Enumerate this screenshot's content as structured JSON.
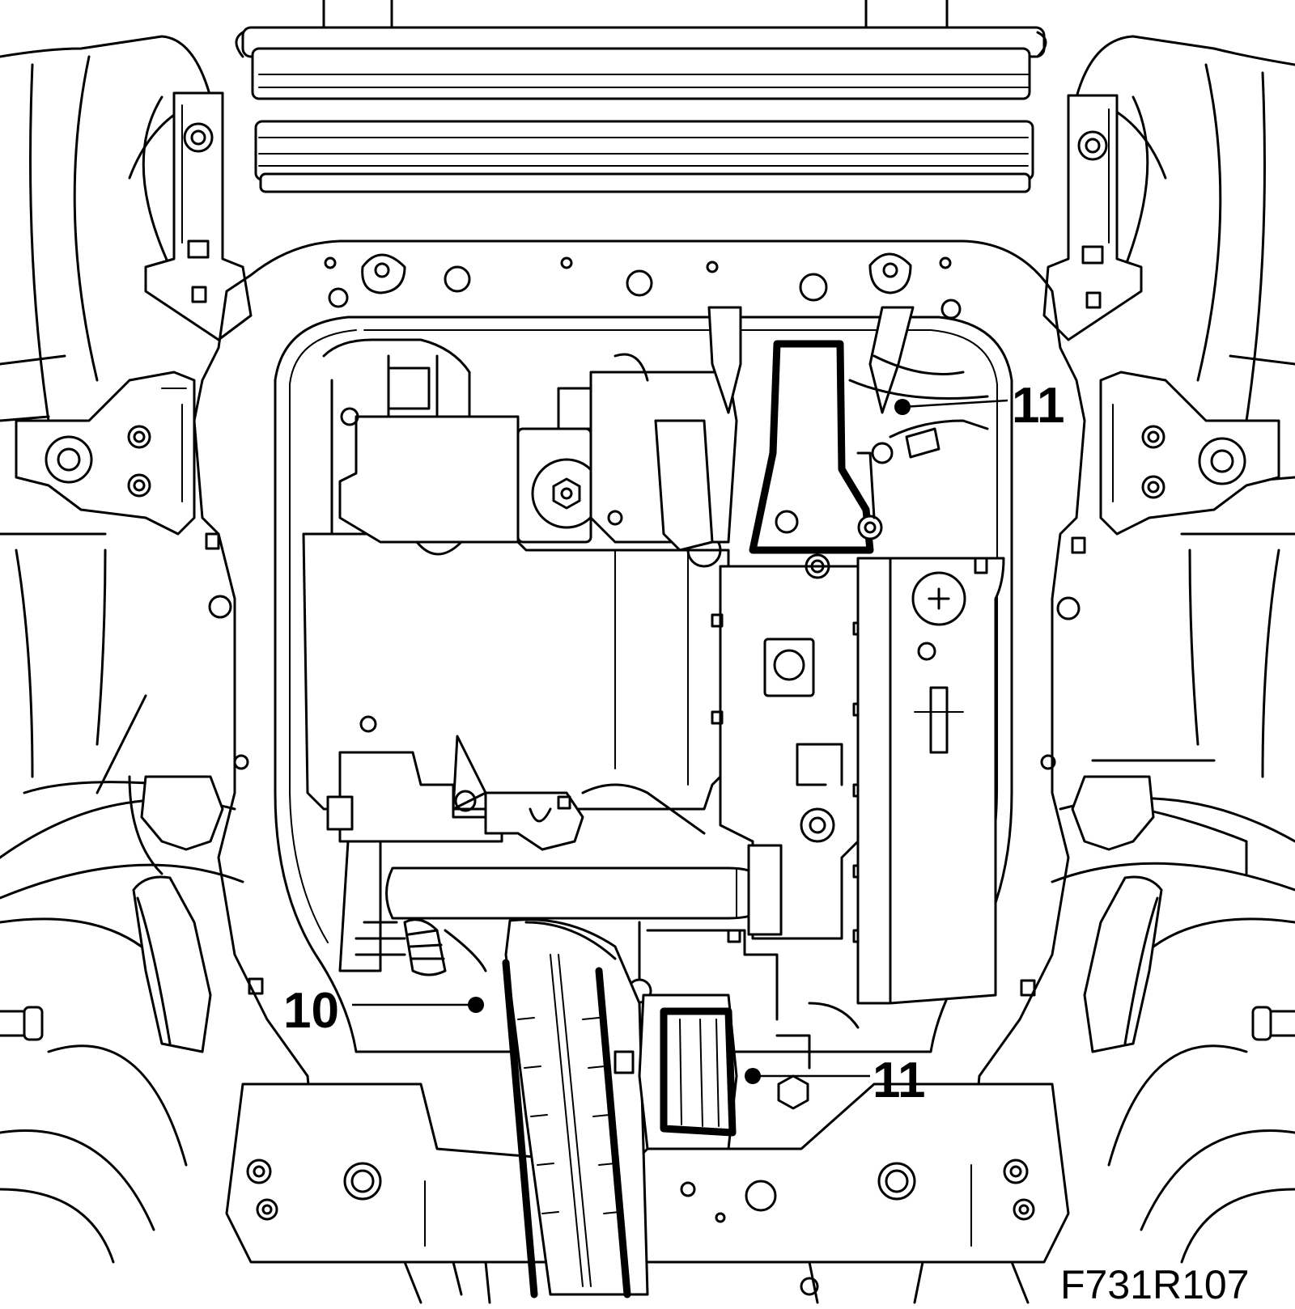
{
  "callouts": [
    {
      "id": "callout-11-upper",
      "label": "11"
    },
    {
      "id": "callout-10",
      "label": "10"
    },
    {
      "id": "callout-11-lower",
      "label": "11"
    }
  ],
  "figure_id": "F731R107"
}
